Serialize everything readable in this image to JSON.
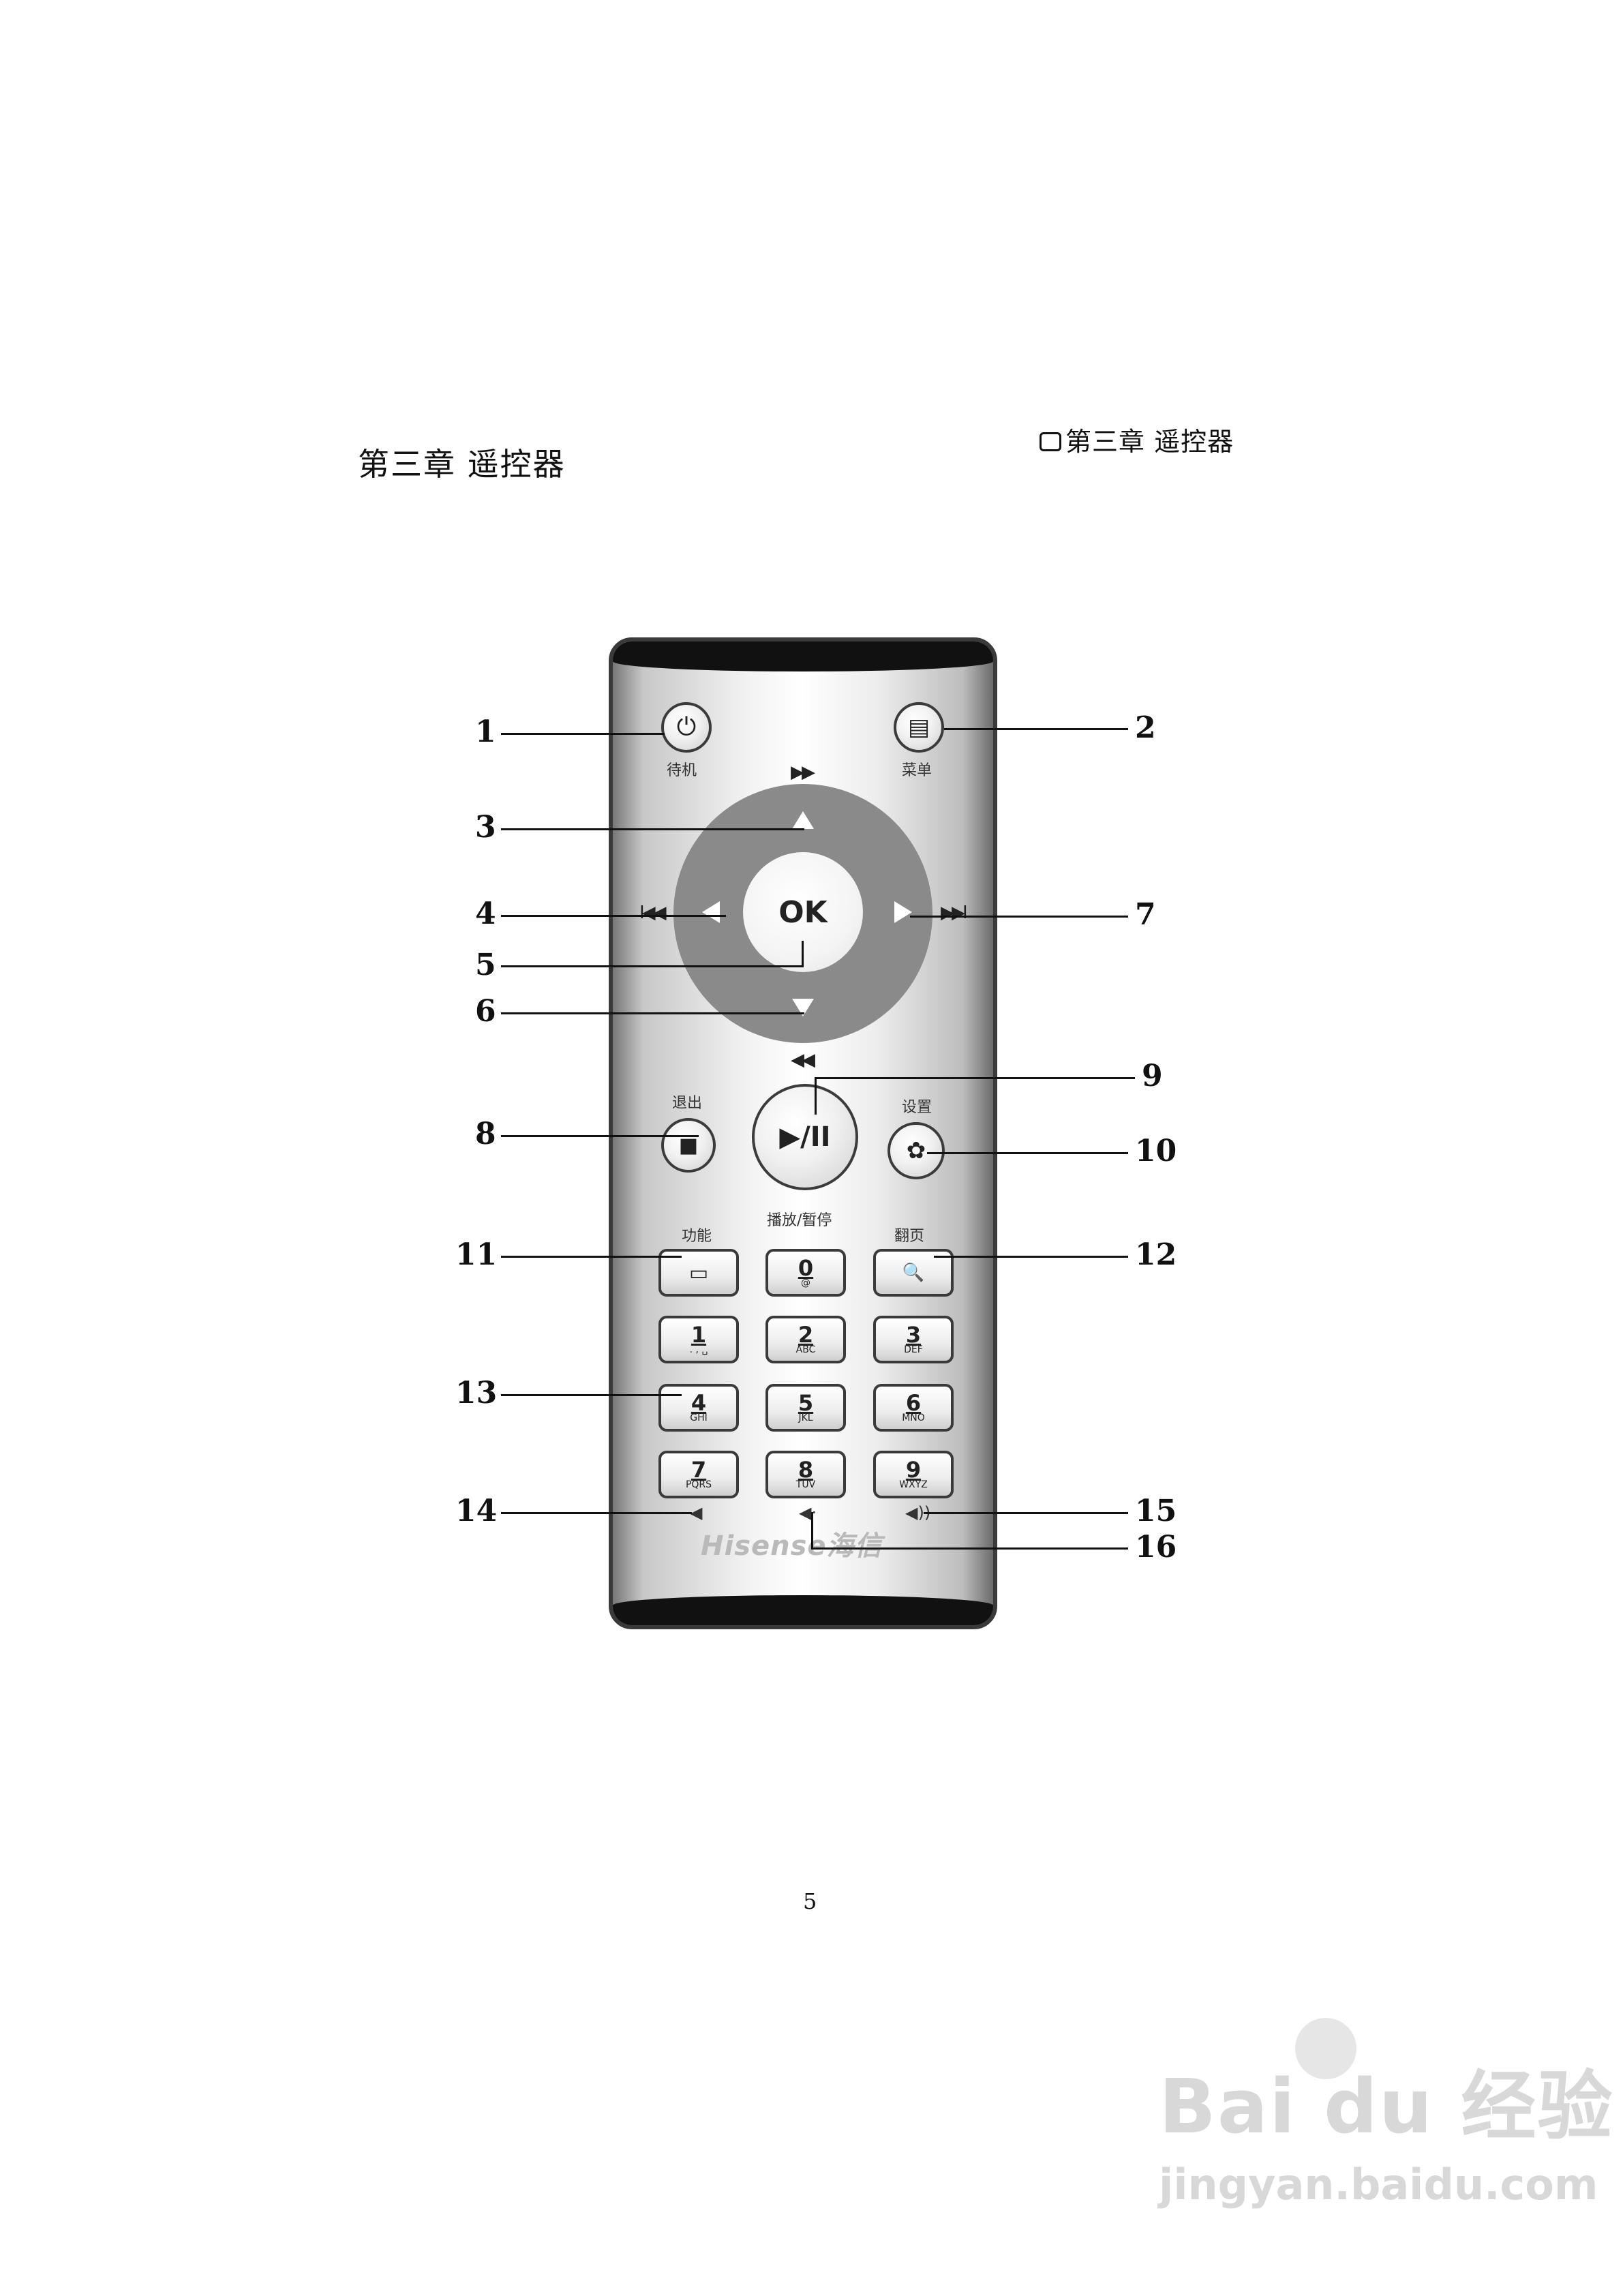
{
  "page": {
    "chapter_title": "第三章 遥控器",
    "chapter_header": "第三章 遥控器",
    "page_number": "5"
  },
  "remote": {
    "buttons": {
      "standby_label": "待机",
      "menu_label": "菜单",
      "ok_label": "OK",
      "exit_label": "退出",
      "play_pause_label": "播放/暂停",
      "play_pause_symbol": "▶/II",
      "settings_label": "设置",
      "function_label": "功能",
      "page_label": "翻页",
      "power_symbol": "⏻",
      "menu_symbol": "▤",
      "stop_symbol": "■",
      "gear_symbol": "✿",
      "function_symbol": "▭",
      "search_symbol": "🔍"
    },
    "media_icons": {
      "fast_forward": "▶▶",
      "rewind": "◀◀",
      "previous": "I◀◀",
      "next": "▶▶I"
    },
    "keys": [
      {
        "num": "0",
        "sub": "@"
      },
      {
        "num": "1",
        "sub": ". , ␣"
      },
      {
        "num": "2",
        "sub": "ABC"
      },
      {
        "num": "3",
        "sub": "DEF"
      },
      {
        "num": "4",
        "sub": "GHI"
      },
      {
        "num": "5",
        "sub": "JKL"
      },
      {
        "num": "6",
        "sub": "MNO"
      },
      {
        "num": "7",
        "sub": "PQRS"
      },
      {
        "num": "8",
        "sub": "TUV"
      },
      {
        "num": "9",
        "sub": "WXYZ"
      }
    ],
    "brand": "Hisense海信"
  },
  "callouts": [
    "1",
    "2",
    "3",
    "4",
    "5",
    "6",
    "7",
    "8",
    "9",
    "10",
    "11",
    "12",
    "13",
    "14",
    "15",
    "16"
  ],
  "watermark": {
    "logo": "Bai du 经验",
    "url": "jingyan.baidu.com"
  }
}
